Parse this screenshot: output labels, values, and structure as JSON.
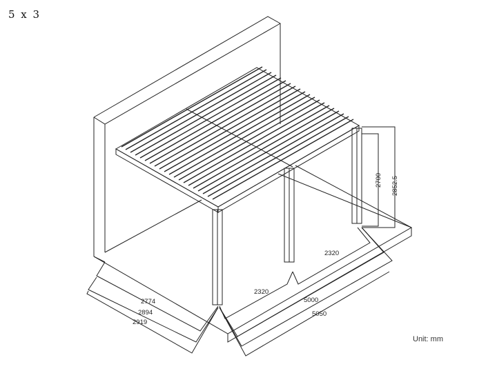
{
  "title": "5 x 3",
  "unit_label": "Unit: mm",
  "dimensions": {
    "width_posts_1": "2320",
    "width_posts_2": "2320",
    "width_inner": "5000",
    "width_outer": "5050",
    "depth_1": "2774",
    "depth_2": "2894",
    "depth_3": "2919",
    "height_clear": "2700",
    "height_total": "2852.5"
  },
  "drawing": {
    "subject": "louvered pergola attached to wall, isometric view",
    "posts": 3,
    "line_color": "#222222",
    "background": "#ffffff"
  }
}
